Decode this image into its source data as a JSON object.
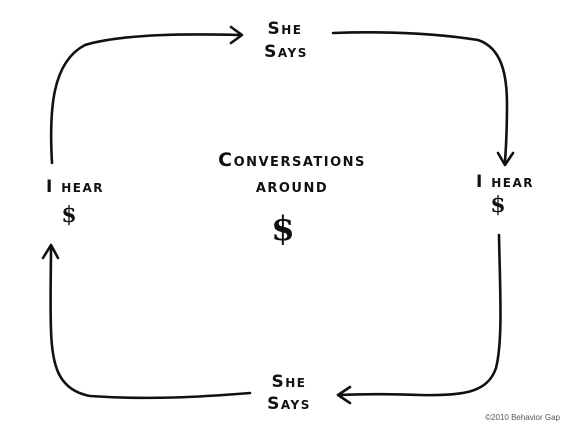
{
  "nodes": {
    "top": {
      "line1": "She",
      "line2": "Says"
    },
    "right": {
      "line1": "I hear",
      "line2": "$"
    },
    "bottom": {
      "line1": "She",
      "line2": "Says"
    },
    "left": {
      "line1": "I hear",
      "line2": "$"
    }
  },
  "center": {
    "line1": "Conversations",
    "line2": "around",
    "line3": "$"
  },
  "copyright": "©2010 Behavior Gap",
  "colors": {
    "ink": "#111111",
    "background": "#ffffff",
    "copyright": "#555555"
  }
}
